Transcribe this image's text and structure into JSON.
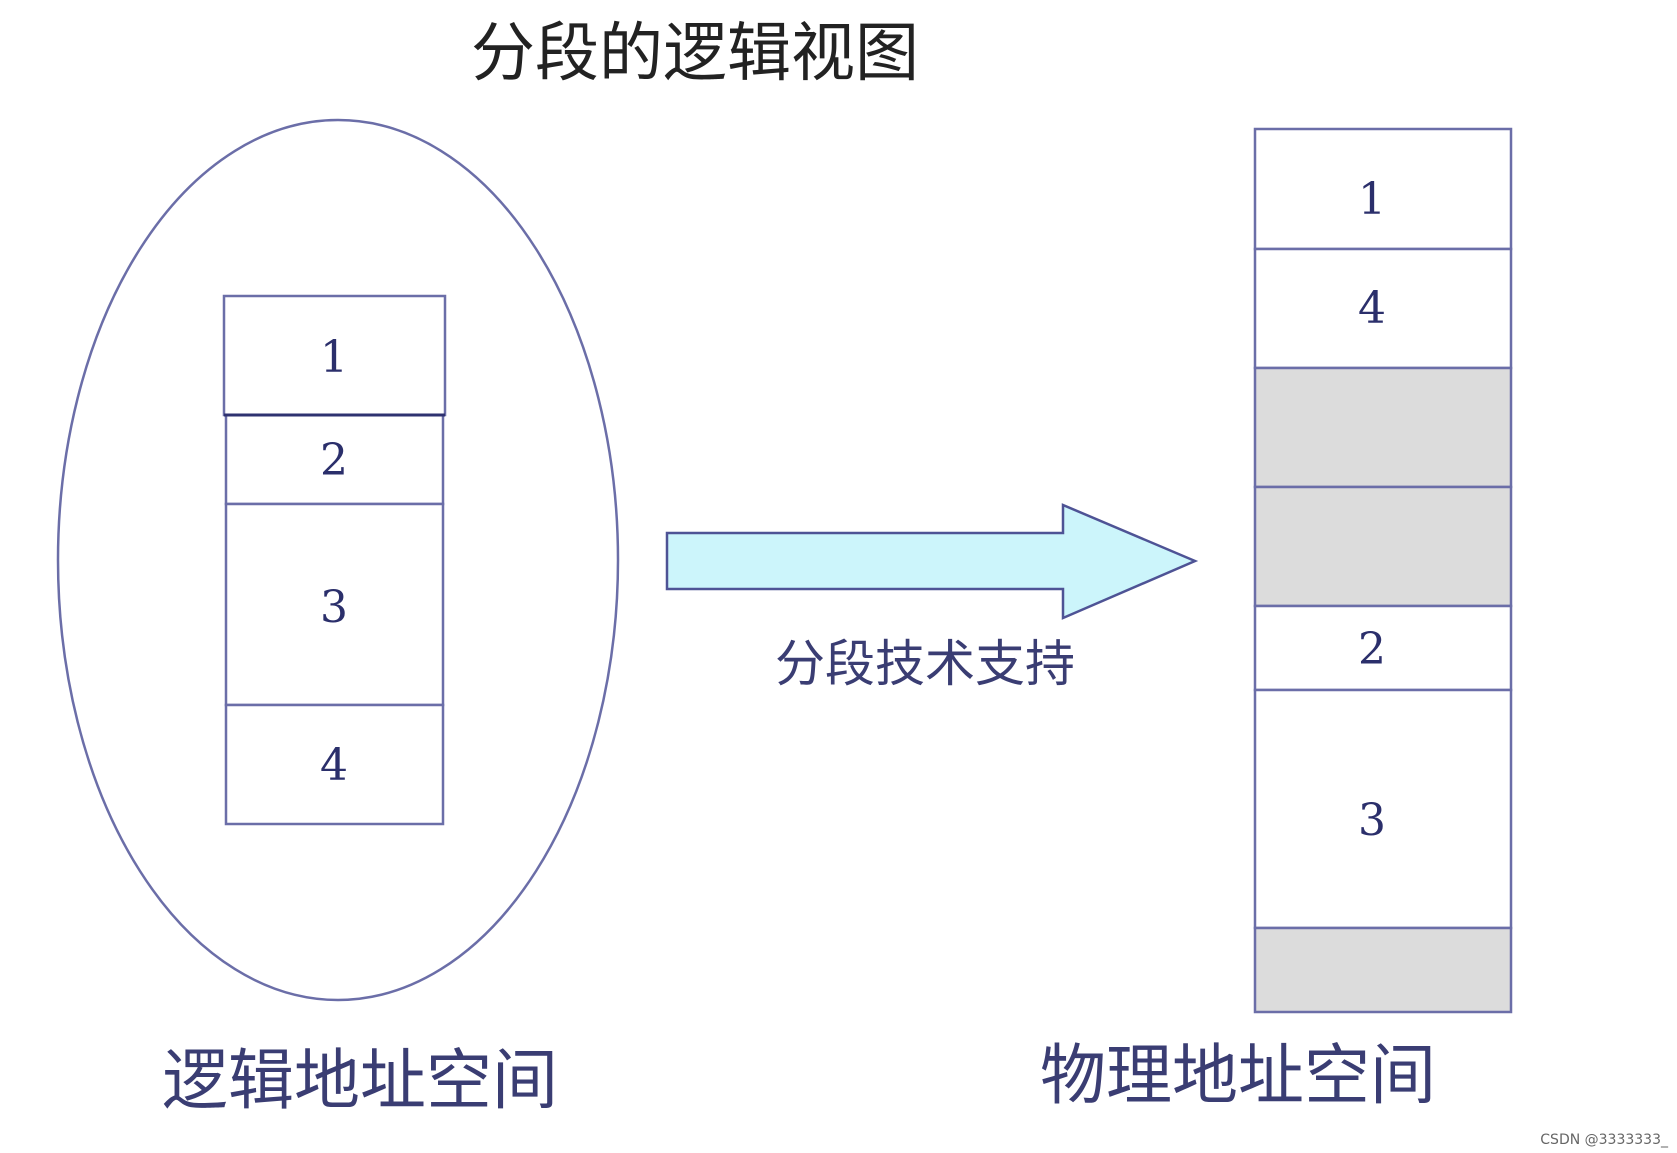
{
  "title": "分段的逻辑视图",
  "logical": {
    "caption": "逻辑地址空间",
    "segments": [
      {
        "label": "1"
      },
      {
        "label": "2"
      },
      {
        "label": "3"
      },
      {
        "label": "4"
      }
    ]
  },
  "arrow": {
    "label": "分段技术支持"
  },
  "physical": {
    "caption": "物理地址空间",
    "blocks": [
      {
        "label": "1",
        "free": false
      },
      {
        "label": "4",
        "free": false
      },
      {
        "label": "",
        "free": true
      },
      {
        "label": "",
        "free": true
      },
      {
        "label": "2",
        "free": false
      },
      {
        "label": "3",
        "free": false
      },
      {
        "label": "",
        "free": true
      }
    ]
  },
  "watermark": "CSDN @3333333_",
  "colors": {
    "outline": "#6b6ea8",
    "text": "#2b2f6b",
    "free_fill": "#dcdcdc",
    "arrow_fill": "#ccf5fb"
  }
}
